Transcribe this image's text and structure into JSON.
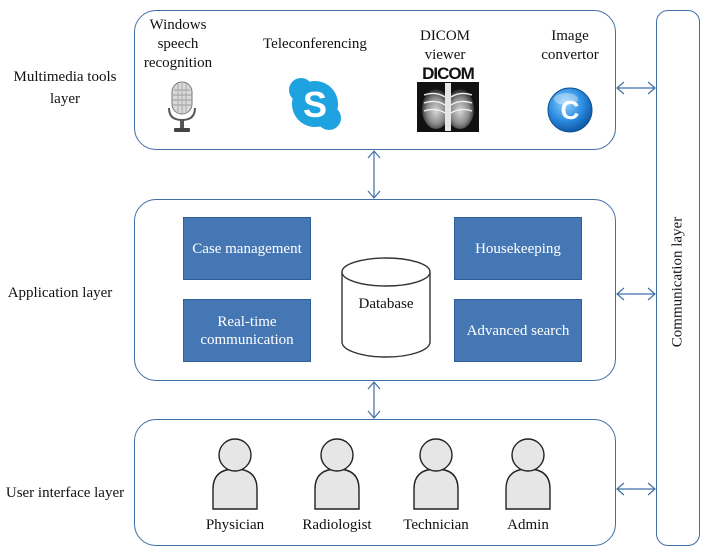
{
  "layers": {
    "multimedia": "Multimedia tools layer",
    "application": "Application layer",
    "user_interface": "User interface layer",
    "communication": "Communication layer"
  },
  "multimedia_tools": [
    {
      "label": "Windows speech recognition",
      "icon": "microphone-icon"
    },
    {
      "label": "Teleconferencing",
      "icon": "skype-icon"
    },
    {
      "label": "DICOM viewer",
      "icon": "dicom-xray-icon"
    },
    {
      "label": "Image convertor",
      "icon": "image-convertor-icon"
    }
  ],
  "dicom_logo_text": "DICOM",
  "skype_letter": "S",
  "convertor_letter": "C",
  "application_modules": {
    "case_management": "Case management",
    "realtime_line1": "Real-time",
    "realtime_line2": "communication",
    "housekeeping": "Housekeeping",
    "advanced_search": "Advanced search",
    "database": "Database"
  },
  "users": [
    "Physician",
    "Radiologist",
    "Technician",
    "Admin"
  ],
  "colors": {
    "border": "#3f6fa6",
    "module_fill": "#4577b5",
    "person_fill": "#e6e6e6",
    "skype_blue": "#1fa3e0"
  }
}
